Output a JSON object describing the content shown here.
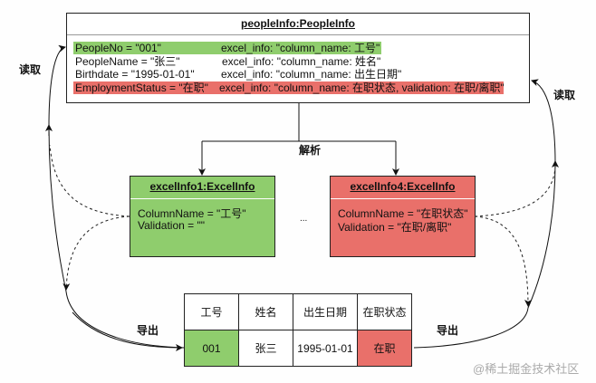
{
  "people_info": {
    "title": "peopleInfo:PeopleInfo",
    "rows": [
      {
        "field": "PeopleNo = \"001\"",
        "info": "excel_info: \"column_name: 工号\"",
        "highlight": "#8fcd6d"
      },
      {
        "field": "PeopleName = \"张三\"",
        "info": "excel_info: \"column_name: 姓名\"",
        "highlight": ""
      },
      {
        "field": "Birthdate = \"1995-01-01\"",
        "info": "excel_info: \"column_name: 出生日期\"",
        "highlight": ""
      },
      {
        "field": "EmploymentStatus = \"在职\"",
        "info": "excel_info: \"column_name: 在职状态, validation: 在职/离职\"",
        "highlight": "#e9706a"
      }
    ]
  },
  "parse_label": "解析",
  "ellipsis": "...",
  "excel_info_1": {
    "title": "excelInfo1:ExcelInfo",
    "lines": [
      "ColumnName = \"工号\"",
      "Validation = \"\""
    ],
    "color": "#8fcd6d"
  },
  "excel_info_4": {
    "title": "excelInfo4:ExcelInfo",
    "lines": [
      "ColumnName = \"在职状态\"",
      "Validation = \"在职/离职\""
    ],
    "color": "#e9706a"
  },
  "table": {
    "headers": [
      "工号",
      "姓名",
      "出生日期",
      "在职状态"
    ],
    "row": [
      "001",
      "张三",
      "1995-01-01",
      "在职"
    ]
  },
  "read_label_left": "读取",
  "read_label_right": "读取",
  "export_label_left": "导出",
  "export_label_right": "导出",
  "watermark": "@稀土掘金技术社区"
}
